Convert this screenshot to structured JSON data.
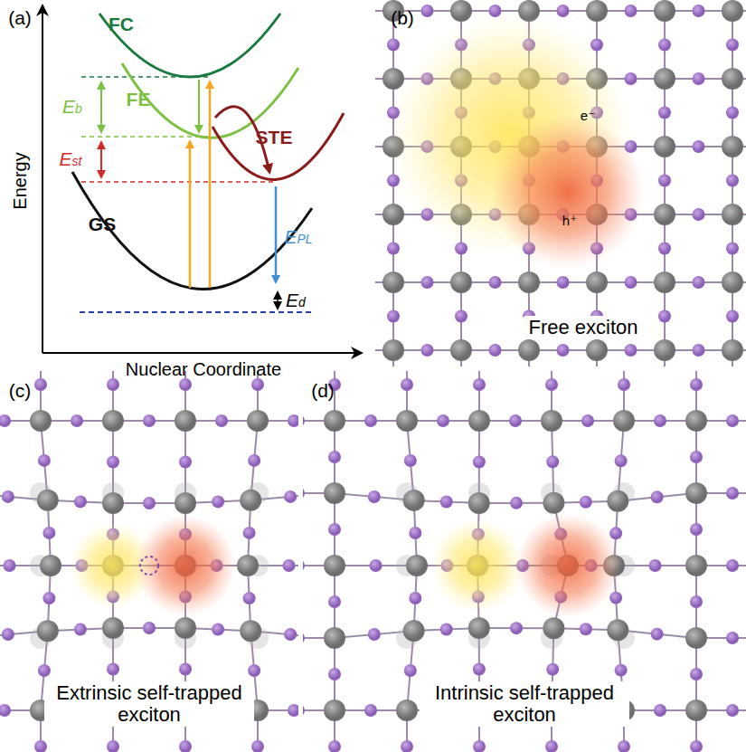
{
  "diagram": {
    "labels": [
      "(a)",
      "FC",
      "FE",
      "Eb",
      "Est",
      "STE",
      "EPL",
      "GS",
      "Ed",
      "Energy",
      "Nuclear Coordinate",
      "(b)",
      "e⁻",
      "h⁺",
      "Free exciton",
      "(c)",
      "Extrinsic self-trapped exciton",
      "(d)",
      "Intrinsic self-trapped exciton"
    ]
  }
}
